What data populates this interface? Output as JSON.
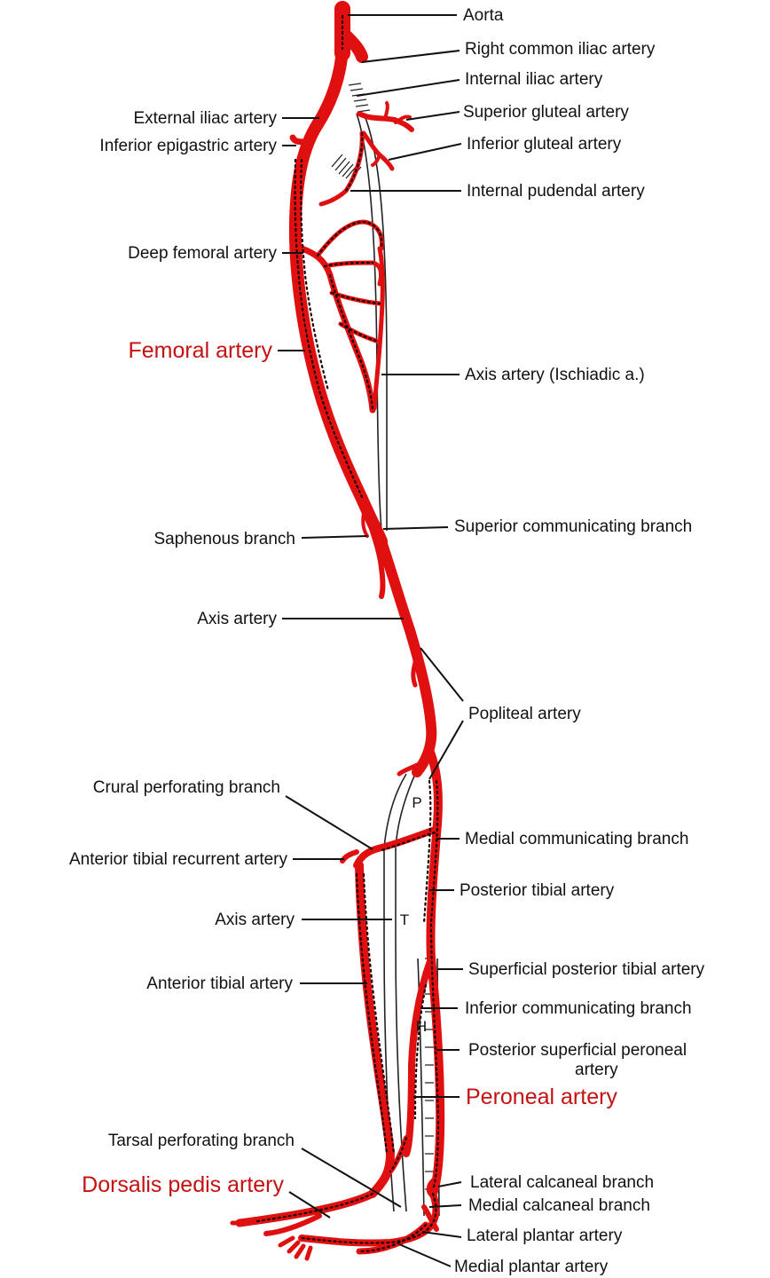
{
  "labels": {
    "aorta": "Aorta",
    "right_common_iliac": "Right common iliac artery",
    "internal_iliac": "Internal iliac artery",
    "external_iliac": "External iliac artery",
    "superior_gluteal": "Superior gluteal artery",
    "inferior_epigastric": "Inferior epigastric artery",
    "inferior_gluteal": "Inferior gluteal artery",
    "internal_pudendal": "Internal pudendal artery",
    "deep_femoral": "Deep femoral artery",
    "femoral": "Femoral artery",
    "axis_ischiadic": "Axis artery (Ischiadic a.)",
    "saphenous_branch": "Saphenous branch",
    "superior_communicating": "Superior communicating branch",
    "axis_artery_mid": "Axis artery",
    "popliteal": "Popliteal artery",
    "crural_perforating": "Crural perforating branch",
    "medial_communicating": "Medial communicating branch",
    "anterior_tibial_recurrent": "Anterior tibial recurrent artery",
    "posterior_tibial": "Posterior tibial artery",
    "axis_artery_low": "Axis artery",
    "superficial_posterior_tibial": "Superficial posterior tibial artery",
    "anterior_tibial": "Anterior tibial artery",
    "inferior_communicating": "Inferior communicating branch",
    "posterior_superficial_peroneal_1": "Posterior superficial peroneal",
    "posterior_superficial_peroneal_2": "artery",
    "peroneal": "Peroneal artery",
    "tarsal_perforating": "Tarsal perforating branch",
    "lateral_calcaneal": "Lateral calcaneal branch",
    "dorsalis_pedis": "Dorsalis pedis artery",
    "medial_calcaneal": "Medial calcaneal branch",
    "lateral_plantar": "Lateral plantar artery",
    "medial_plantar": "Medial plantar artery"
  },
  "letters": {
    "p": "P",
    "t": "T",
    "h": "H"
  },
  "colors": {
    "artery": "#e01010",
    "highlight_text": "#c41212",
    "text": "#111111"
  }
}
